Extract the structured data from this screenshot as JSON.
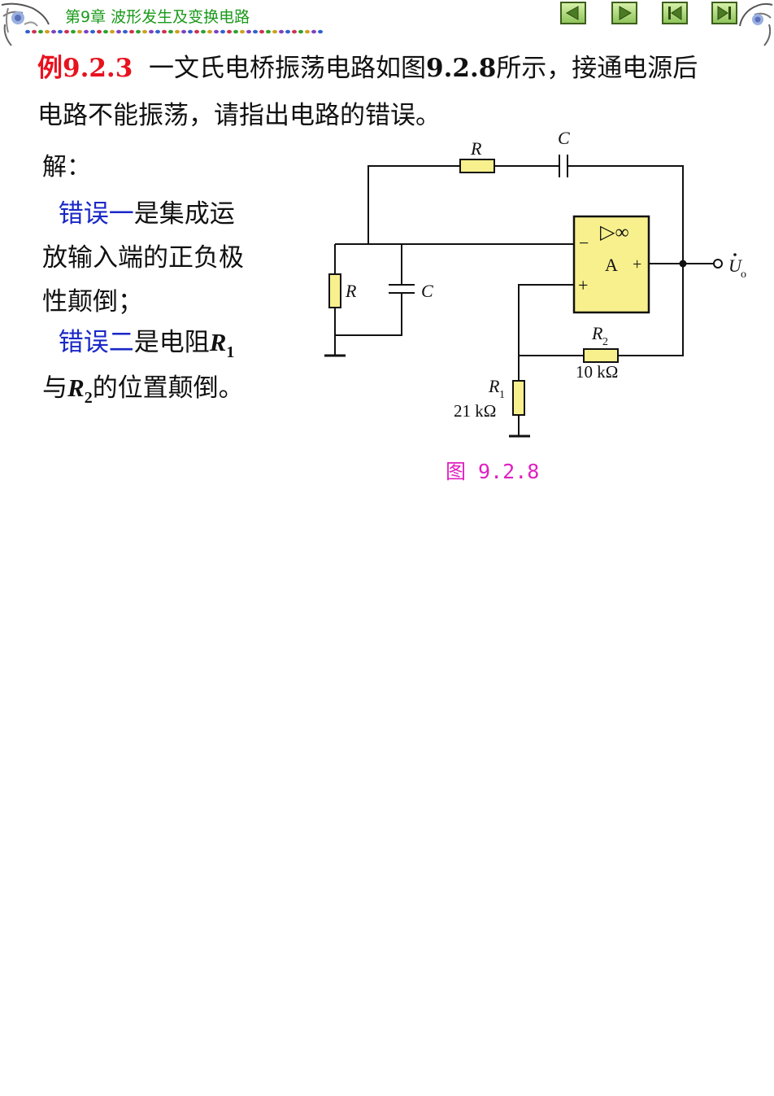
{
  "header": {
    "chapter_title": "第9章  波形发生及变换电路",
    "nav": [
      "previous-page",
      "next-page",
      "first-page",
      "last-page"
    ]
  },
  "problem": {
    "label": "例9.2.3",
    "text_part1": "一文氏电桥振荡电路如图",
    "fig_ref": "9.2.8",
    "text_part2": "所示，接通电源后",
    "line2": "电路不能振荡，请指出电路的错误。"
  },
  "solution": {
    "label": "解：",
    "error1_label": "错误一",
    "error1_line1": "是集成运",
    "error1_line2": "放输入端的正负极",
    "error1_line3": "性颠倒；",
    "error2_label": "错误二",
    "error2_text_a": "是电阻",
    "r1_main": "R",
    "r1_sub": "1",
    "error2_text_b": "与",
    "r2_main": "R",
    "r2_sub": "2",
    "error2_text_c": "的位置颠倒。"
  },
  "figure": {
    "labels": {
      "r_top": "R",
      "c_top": "C",
      "r_left": "R",
      "c_left": "C",
      "opamp_symbol": "▷∞",
      "opamp_A": "A",
      "opamp_plus_out": "+",
      "opamp_minus": "−",
      "opamp_plus": "+",
      "output_u": "U",
      "output_sub": "o",
      "r2_main": "R",
      "r2_sub": "2",
      "r2_value": "10 kΩ",
      "r1_main": "R",
      "r1_sub": "1",
      "r1_value": "21 kΩ"
    },
    "caption": "图 9.2.8"
  },
  "colors": {
    "chapter": "#1a9a1a",
    "example_label": "#e8121f",
    "error_label": "#1a27c8",
    "caption": "#e020c0",
    "component_fill": "#f8f08c",
    "opamp_fill": "#f8f08c"
  }
}
